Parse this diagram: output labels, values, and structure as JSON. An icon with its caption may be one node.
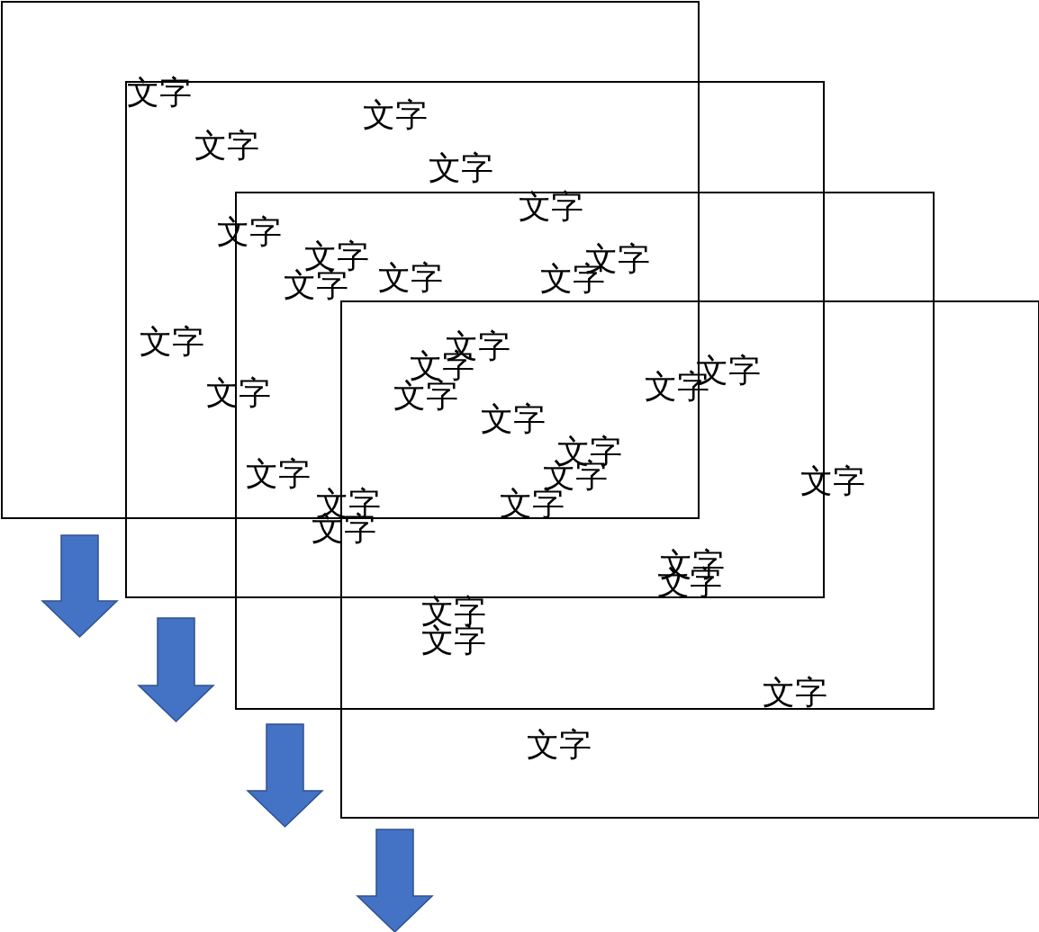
{
  "diagram": {
    "nodes": [
      {
        "text": [],
        "shape": "box"
      },
      {
        "text": [],
        "shape": "box"
      },
      {
        "text": [],
        "shape": "box"
      },
      {
        "text": [],
        "shape": "box"
      }
    ],
    "edges": [
      {
        "from": 0,
        "to": null,
        "arrow": "to"
      },
      {
        "from": 1,
        "to": null,
        "arrow": "to"
      },
      {
        "from": 2,
        "to": null,
        "arrow": "to"
      },
      {
        "from": 3,
        "to": null,
        "arrow": "to"
      }
    ],
    "labels": [
      "文字",
      "文字",
      "文字",
      "文字",
      "文字",
      "文字",
      "文字",
      "文字",
      "文字",
      "文字",
      "文字",
      "文字",
      "文字",
      "文字",
      "文字",
      "文字",
      "文字",
      "文字",
      "文字",
      "文字",
      "文字",
      "文字",
      "文字",
      "文字",
      "文字",
      "文字",
      "文字",
      "文字",
      "文字",
      "文字",
      "文字",
      "文字"
    ]
  }
}
